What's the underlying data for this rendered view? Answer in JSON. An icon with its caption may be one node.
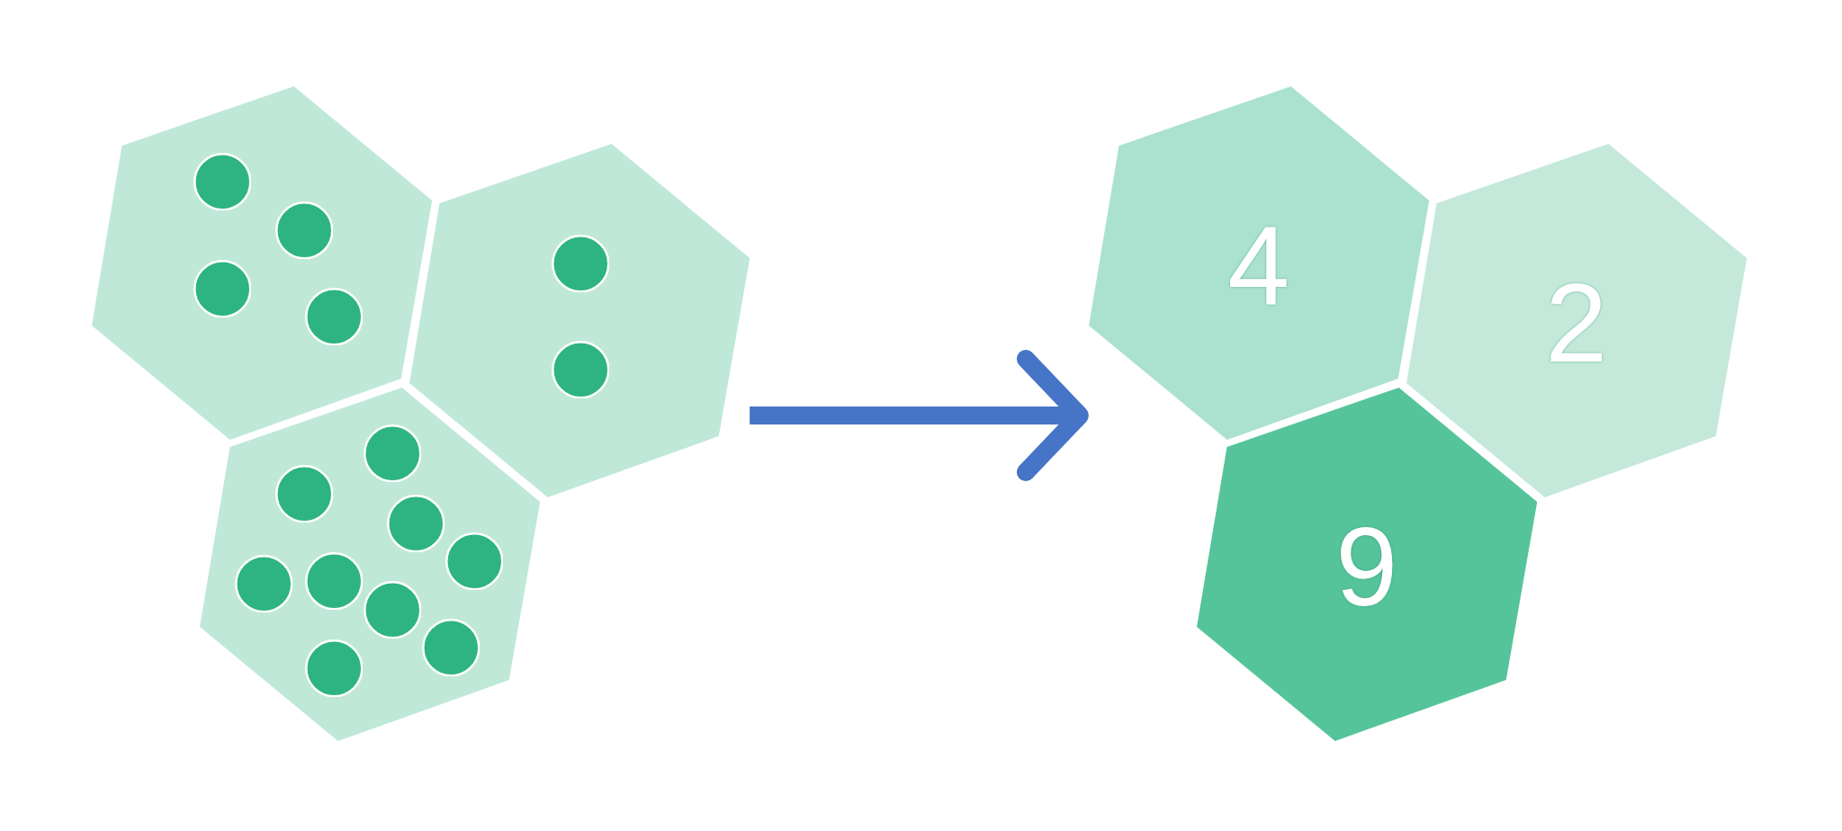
{
  "diagram": {
    "nodes": [
      {
        "text": [],
        "shape": "hexagon"
      },
      {
        "text": [],
        "shape": "hexagon"
      },
      {
        "text": [],
        "shape": "hexagon"
      },
      {
        "text": [
          "4"
        ]
      },
      {
        "text": [
          "2"
        ]
      },
      {
        "text": [
          "9"
        ]
      }
    ],
    "edges": [
      {
        "from": 1,
        "to": 3,
        "arrow": "to"
      }
    ]
  }
}
